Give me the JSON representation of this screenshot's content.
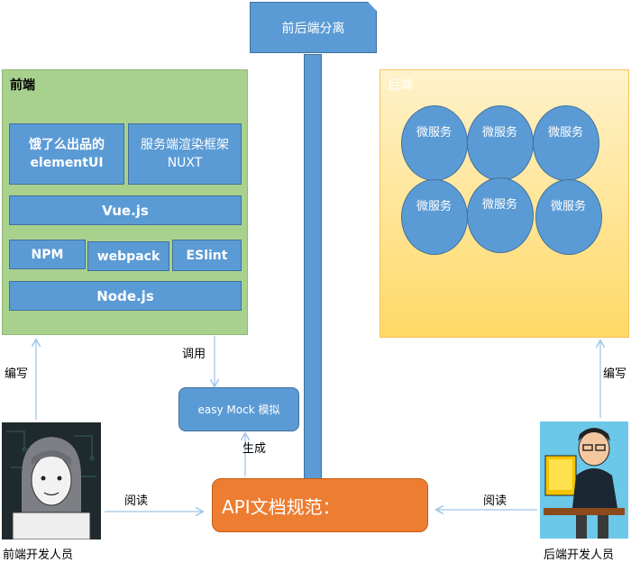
{
  "separation_label": "前后端分离",
  "frontend": {
    "title": "前端",
    "eleme_ui": "饿了么出品的 elementUI",
    "nuxt": "服务端渲染框架 NUXT",
    "vue": "Vue.js",
    "npm": "NPM",
    "webpack": "webpack",
    "eslint": "ESlint",
    "node": "Node.js"
  },
  "backend": {
    "title": "后端",
    "microservices": [
      "微服务",
      "微服务",
      "微服务",
      "微服务",
      "微服务",
      "微服务"
    ]
  },
  "mock": "easy Mock 模拟",
  "api_spec": "API文档规范：",
  "labels": {
    "invoke": "调用",
    "generate": "生成",
    "write_left": "编写",
    "write_right": "编写",
    "read_left": "阅读",
    "read_right": "阅读"
  },
  "people": {
    "frontend_dev": "前端开发人员",
    "backend_dev": "后端开发人员"
  },
  "colors": {
    "box_blue": "#5b9bd5",
    "frontend_green": "#a9d18e",
    "backend_yellow": "#ffd966",
    "api_orange": "#ed7d31",
    "arrow": "#9dc3e6"
  }
}
